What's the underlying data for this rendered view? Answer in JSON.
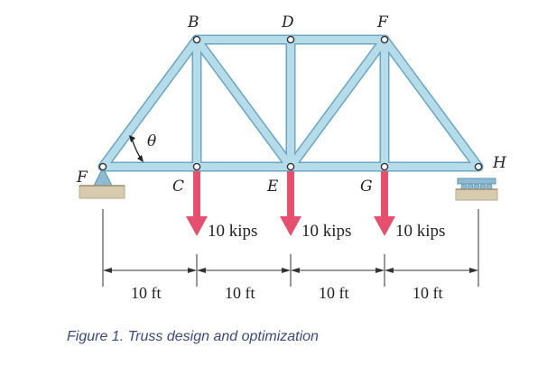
{
  "nodes": {
    "B": "B",
    "D": "D",
    "F_top": "F",
    "F_support": "F",
    "C": "C",
    "E": "E",
    "G": "G",
    "H": "H"
  },
  "angle_label": "θ",
  "loads": [
    "10 kips",
    "10 kips",
    "10 kips"
  ],
  "dimensions": [
    "10 ft",
    "10 ft",
    "10 ft",
    "10 ft"
  ],
  "caption": "Figure 1. Truss design and optimization",
  "colors": {
    "member_fill": "#b6dbe9",
    "member_edge": "#6aa6c3",
    "load_arrow": "#e4506e",
    "ground": "#d8ccb0",
    "support": "#8fbbd2"
  }
}
